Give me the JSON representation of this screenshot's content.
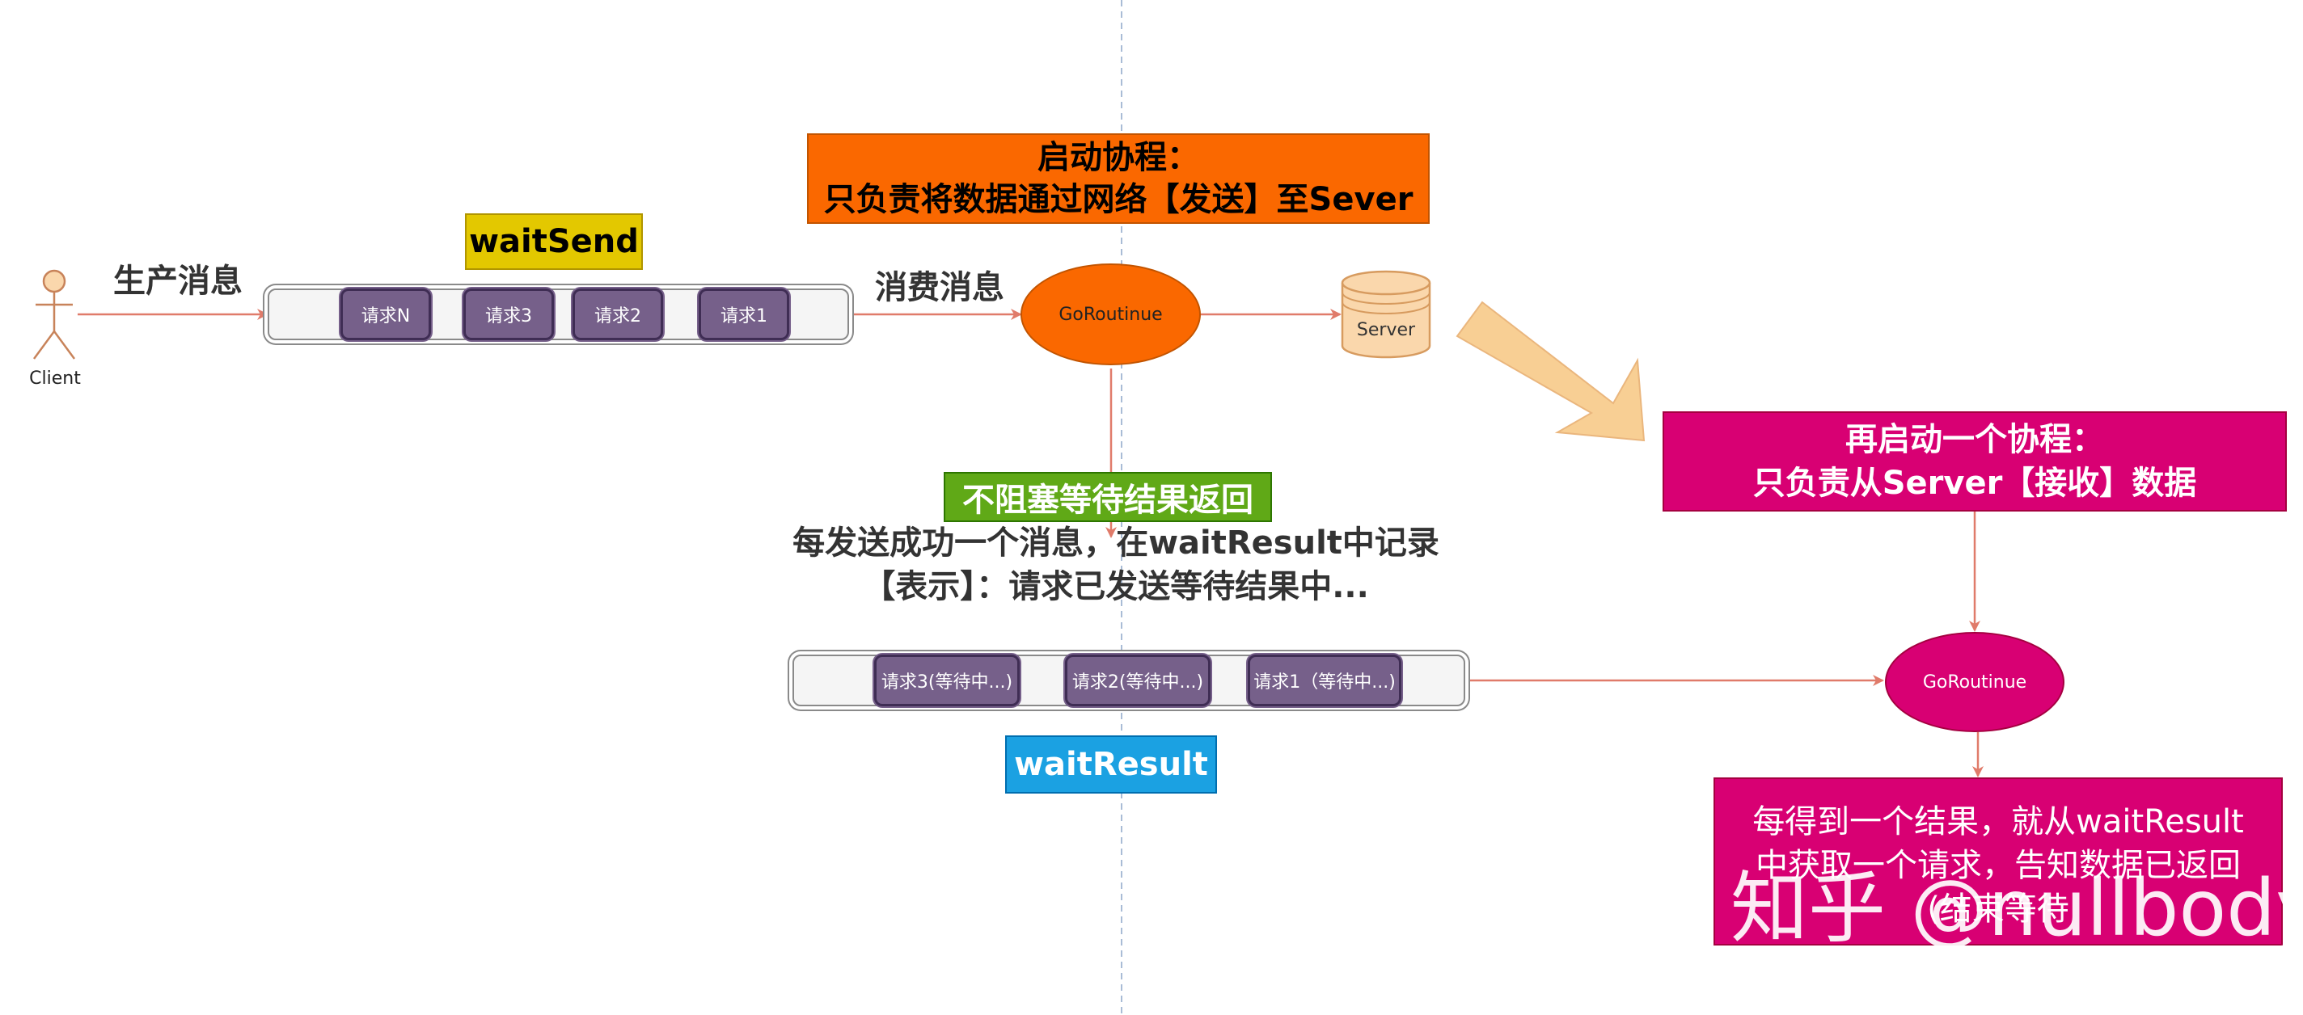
{
  "client": {
    "label": "Client"
  },
  "produce_label": "生产消息",
  "consume_label": "消费消息",
  "wait_send": {
    "title": "waitSend",
    "items": [
      "请求N",
      "请求3",
      "请求2",
      "请求1"
    ]
  },
  "start_goroutine_box": {
    "line1": "启动协程：",
    "line2": "只负责将数据通过网络【发送】至Sever"
  },
  "goroutine_send": {
    "label": "GoRoutinue"
  },
  "server": {
    "label": "Server"
  },
  "receive_box": {
    "line1": "再启动一个协程：",
    "line2": "只负责从Server【接收】数据"
  },
  "nonblock_label": "不阻塞等待结果返回",
  "record_text": {
    "line1": "每发送成功一个消息，在waitResult中记录",
    "line2": "【表示】：请求已发送等待结果中..."
  },
  "wait_result": {
    "title": "waitResult",
    "items": [
      "请求3(等待中...)",
      "请求2(等待中...)",
      "请求1（等待中...)"
    ]
  },
  "goroutine_recv": {
    "label": "GoRoutinue"
  },
  "result_box": {
    "line1": "每得到一个结果，就从waitResult",
    "line2": "中获取一个请求，告知数据已返回",
    "line3": "(结束等待"
  },
  "watermark": "知乎 @nullbody",
  "colors": {
    "orange": "#fa6800",
    "magenta": "#d80073",
    "green": "#60a917",
    "blue": "#1ba1e2",
    "yellow": "#e3c800",
    "purple": "#76608a",
    "arrow": "#e07b6a",
    "server_fill": "#fad7ac",
    "big_arrow": "#f8cf94"
  }
}
